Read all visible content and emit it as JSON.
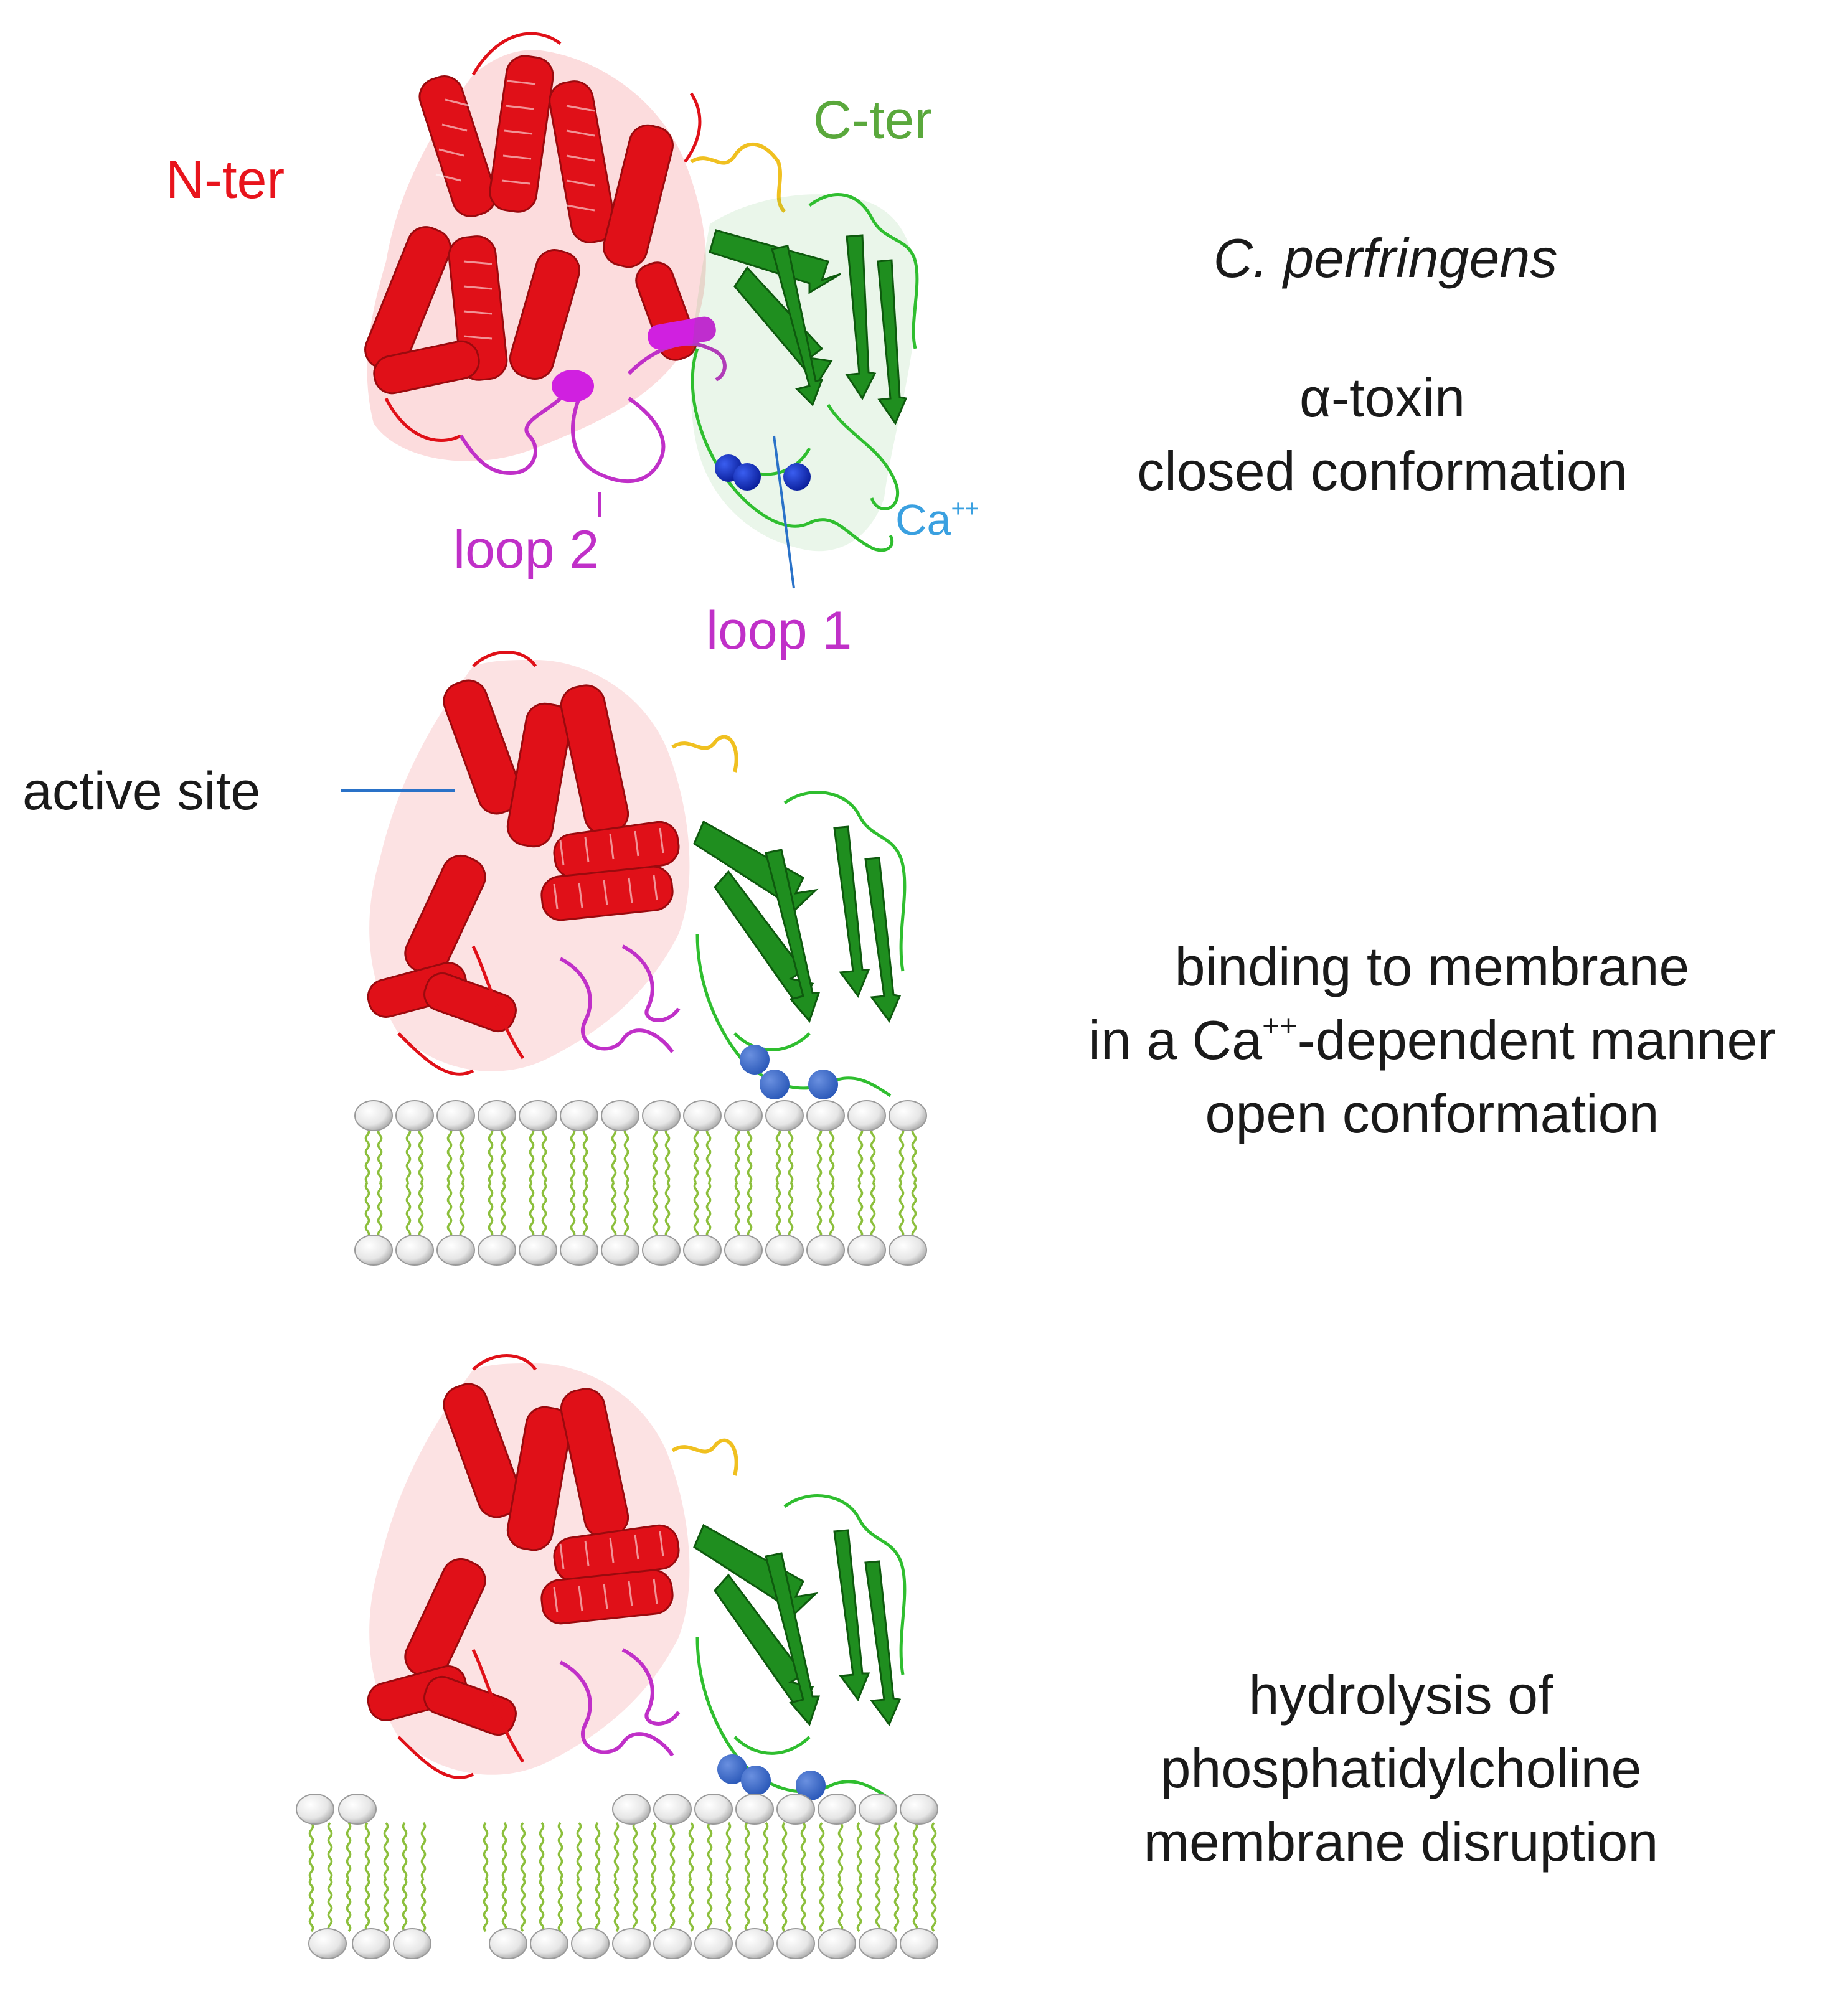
{
  "labels": {
    "n_ter": "N-ter",
    "c_ter": "C-ter",
    "ca_text": "Ca",
    "ca_sup": "++",
    "loop2": "loop 2",
    "loop1": "loop 1",
    "active_site": "active site"
  },
  "captions": {
    "organism": "C. perfringens",
    "panel1": {
      "line1": "α-toxin",
      "line2": "closed conformation"
    },
    "panel2": {
      "line1": "binding to membrane",
      "line2_pre": "in a Ca",
      "line2_sup": "++",
      "line2_post": "-dependent manner",
      "line3": "open conformation"
    },
    "panel3": {
      "line1": "hydrolysis of",
      "line2": "phosphatidylcholine",
      "line3": "membrane disruption"
    }
  },
  "colors": {
    "n_terminal_domain": "#e8141c",
    "c_terminal_domain": "#2faa2f",
    "loops": "#c030c8",
    "linker": "#f0c020",
    "calcium": "#2050c0",
    "calcium_label": "#3aa0e0",
    "membrane_tails": "#8cbf3c",
    "lipid_heads": "#f2f2f2",
    "text": "#1a1a1a"
  }
}
